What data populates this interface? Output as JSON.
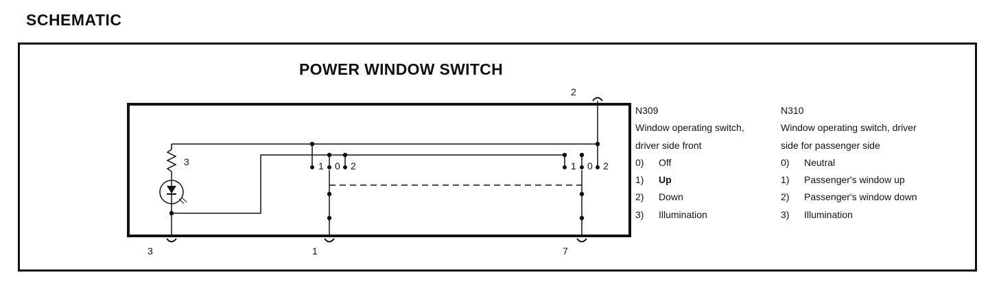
{
  "heading": "SCHEMATIC",
  "diagram_title": "POWER WINDOW SWITCH",
  "terminals": {
    "top": "2",
    "bottom_left": "3",
    "bottom_mid": "1",
    "bottom_right": "7",
    "resistor": "3"
  },
  "switch_left_positions": [
    "1",
    "0",
    "2"
  ],
  "switch_right_positions": [
    "1",
    "0",
    "2"
  ],
  "n309": {
    "code": "N309",
    "desc_line1": "Window operating switch,",
    "desc_line2": "driver side front",
    "items": [
      {
        "num": "0)",
        "label": "Off"
      },
      {
        "num": "1)",
        "label": "Up"
      },
      {
        "num": "2)",
        "label": "Down"
      },
      {
        "num": "3)",
        "label": "Illumination"
      }
    ]
  },
  "n310": {
    "code": "N310",
    "desc_line1": "Window operating switch, driver",
    "desc_line2": "side for passenger side",
    "items": [
      {
        "num": "0)",
        "label": "Neutral"
      },
      {
        "num": "1)",
        "label": "Passenger's window up"
      },
      {
        "num": "2)",
        "label": "Passenger's window down"
      },
      {
        "num": "3)",
        "label": "Illumination"
      }
    ]
  }
}
